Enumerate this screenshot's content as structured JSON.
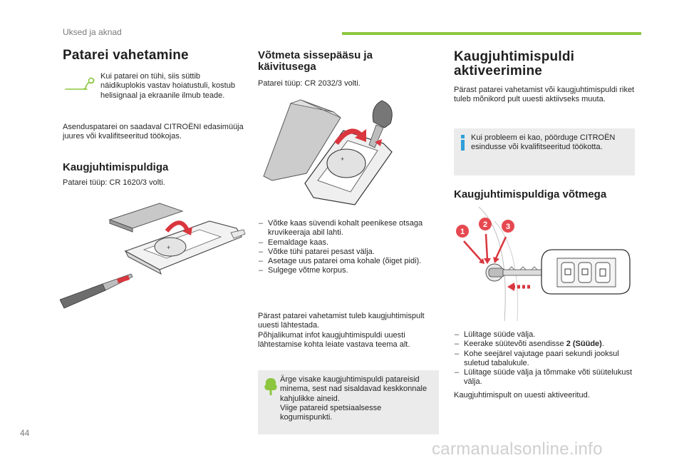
{
  "header": {
    "section": "Uksed ja aknad"
  },
  "col1": {
    "title": "Patarei vahetamine",
    "warning": "Kui patarei on tühi, siis süttib näidikuplokis vastav hoiatustuli, kostub helisignaal ja ekraanile ilmub teade.",
    "spare": "Asenduspatarei on saadaval CITROËNI edasimüüja juures või kvalifitseeritud töökojas.",
    "subtitle": "Kaugjuhtimispuldiga",
    "battery_type": "Patarei tüüp: CR 1620/3 volti."
  },
  "col2": {
    "title_line1": "Võtmeta sissepääsu ja",
    "title_line2": "käivitusega",
    "battery_type": "Patarei tüüp: CR 2032/3 volti.",
    "steps": [
      "Võtke kaas süvendi kohalt peenikese otsaga kruvikeeraja abil lahti.",
      "Eemaldage kaas.",
      "Võtke tühi patarei pesast välja.",
      "Asetage uus patarei oma kohale (õiget pidi).",
      "Sulgege võtme korpus."
    ],
    "after_note": "Pärast patarei vahetamist tuleb kaugjuhtimispult uuesti lähtestada.\nPõhjalikumat infot kaugjuhtimispuldi uuesti lähtestamise kohta leiate vastava teema alt.",
    "eco_note": "Ärge visake kaugjuhtimispuldi patareisid minema, sest nad sisaldavad keskkonnale kahjulikke aineid.\nViige patareid spetsiaalsesse kogumispunkti."
  },
  "col3": {
    "title_line1": "Kaugjuhtimispuldi",
    "title_line2": "aktiveerimine",
    "intro": "Pärast patarei vahetamist või kaugjuhtimispuldi riket tuleb mõnikord pult uuesti aktiivseks muuta.",
    "info_note": "Kui probleem ei kao, pöörduge CITROËN esindusse või kvalifitseeritud töökotta.",
    "subtitle": "Kaugjuhtimispuldiga võtmega",
    "step_numbers": [
      "1",
      "2",
      "3"
    ],
    "steps": [
      {
        "text": "Lülitage süüde välja."
      },
      {
        "text": "Keerake süütevõti asendisse ",
        "bold": "2 (Süüde)",
        "tail": "."
      },
      {
        "text": "Kohe seejärel vajutage paari sekundi jooksul suletud tabalukule."
      },
      {
        "text": "Lülitage süüde välja ja tõmmake võti süütelukust välja."
      }
    ],
    "final": "Kaugjuhtimispult on uuesti aktiveeritud."
  },
  "footer": {
    "page_number": "44",
    "watermark": "carmanualsonline.info"
  },
  "colors": {
    "accent_green": "#8cc63f",
    "info_blue": "#2f9fd8",
    "arrow_red": "#d9363e",
    "step_red": "#e64850"
  }
}
